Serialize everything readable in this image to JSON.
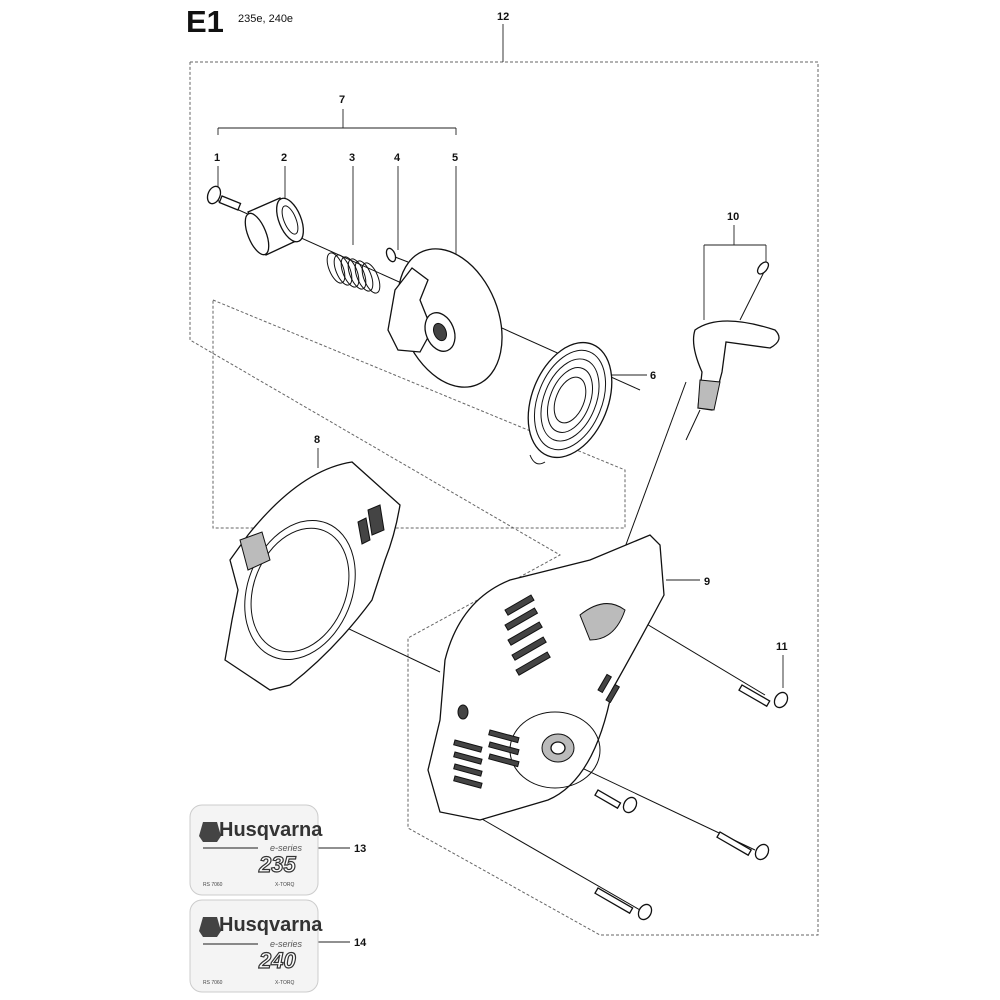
{
  "header": {
    "section_code": "E1",
    "models": "235e, 240e"
  },
  "callouts": {
    "c1": "1",
    "c2": "2",
    "c3": "3",
    "c4": "4",
    "c5": "5",
    "c6": "6",
    "c7": "7",
    "c8": "8",
    "c9": "9",
    "c10": "10",
    "c11": "11",
    "c12": "12",
    "c13": "13",
    "c14": "14"
  },
  "decal_235": {
    "brand": "Husqvarna",
    "series": "e-series",
    "model": "235",
    "left_small": "RS 7060",
    "right_small": "X-TORQ"
  },
  "decal_240": {
    "brand": "Husqvarna",
    "series": "e-series",
    "model": "240",
    "left_small": "RS 7060",
    "right_small": "X-TORQ"
  }
}
